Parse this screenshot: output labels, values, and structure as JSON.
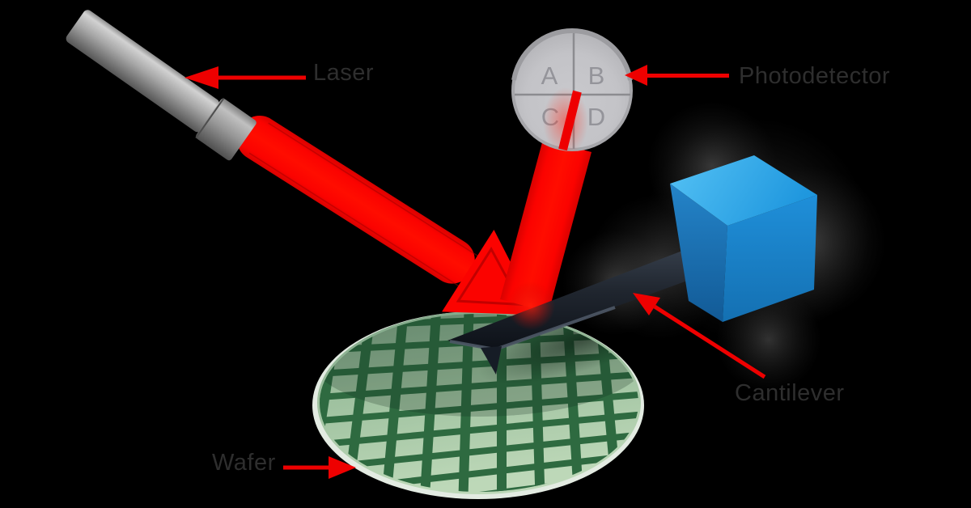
{
  "background_color": "#000000",
  "labels": {
    "laser": "Laser",
    "photodetector": "Photodetector",
    "cantilever": "Cantilever",
    "wafer": "Wafer"
  },
  "photodetector": {
    "quadrants": [
      "A",
      "B",
      "C",
      "D"
    ]
  },
  "colors": {
    "beam_red": "#fb0300",
    "arrow_red": "#ee0000",
    "label_text": "#2e2e2e",
    "cube_blue": "#2196dd",
    "wafer_green": "#a3c5a2",
    "wafer_grid_green": "#2e6a40",
    "detector_gray": "#c6c6ca",
    "cantilever_slate": "#232a35",
    "laser_body_gray": "#a8a8a8"
  }
}
